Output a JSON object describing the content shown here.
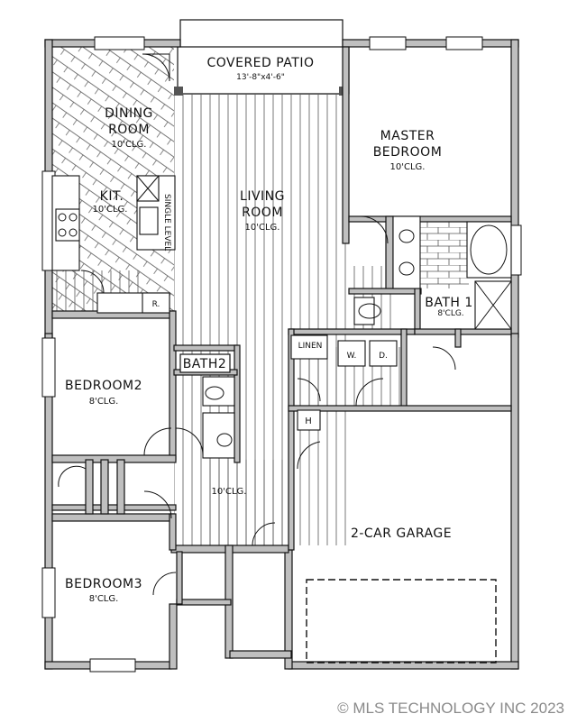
{
  "rooms": {
    "patio": {
      "name": "COVERED PATIO",
      "dims": "13'-8\"x4'-6\""
    },
    "dining": {
      "name1": "DINING",
      "name2": "ROOM",
      "ceiling": "10'CLG."
    },
    "kitchen": {
      "name": "KIT.",
      "ceiling": "10'CLG."
    },
    "living": {
      "name1": "LIVING",
      "name2": "ROOM",
      "ceiling": "10'CLG."
    },
    "master": {
      "name1": "MASTER",
      "name2": "BEDROOM",
      "ceiling": "10'CLG."
    },
    "bath1": {
      "name": "BATH 1",
      "ceiling": "8'CLG."
    },
    "bath2": {
      "name": "BATH2"
    },
    "bedroom2": {
      "name": "BEDROOM2",
      "ceiling": "8'CLG."
    },
    "bedroom3": {
      "name": "BEDROOM3",
      "ceiling": "8'CLG."
    },
    "hall": {
      "ceiling": "10'CLG."
    },
    "garage": {
      "name": "2-CAR GARAGE"
    }
  },
  "labels": {
    "single_level": "SINGLE LEVEL",
    "linen": "LINEN",
    "washer": "W.",
    "dryer": "D.",
    "refrigerator": "R.",
    "water_heater": "H"
  },
  "watermark": "© MLS TECHNOLOGY INC 2023"
}
